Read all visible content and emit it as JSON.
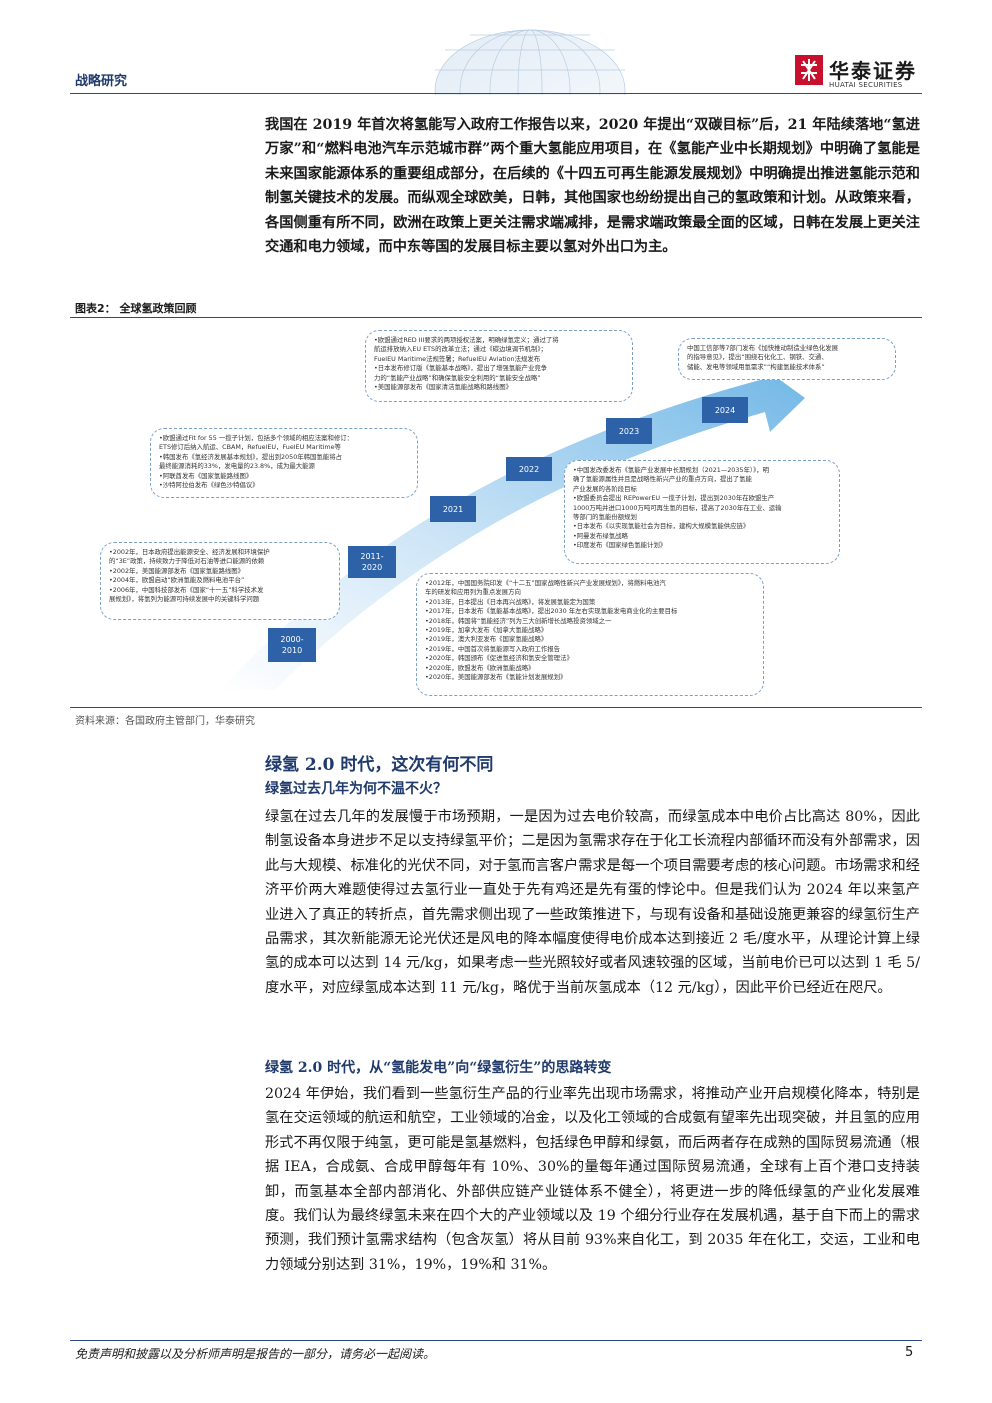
{
  "header": {
    "tag": "战略研究",
    "logo_cn": "华泰证券",
    "logo_en": "HUATAI SECURITIES"
  },
  "intro": "我国在 2019 年首次将氢能写入政府工作报告以来，2020 年提出“双碳目标”后，21 年陆续落地“氢进万家”和“燃料电池汽车示范城市群”两个重大氢能应用项目，在《氢能产业中长期规划》中明确了氢能是未来国家能源体系的重要组成部分，在后续的《十四五可再生能源发展规划》中明确提出推进氢能示范和制氢关键技术的发展。而纵观全球欧美，日韩，其他国家也纷纷提出自己的氢政策和计划。从政策来看，各国侧重有所不同，欧洲在政策上更关注需求端减排，是需求端政策最全面的区域，日韩在发展上更关注交通和电力领域，而中东等国的发展目标主要以氢对外出口为主。",
  "figure": {
    "title": "图表2：  全球氢政策回顾",
    "source": "资料来源：各国政府主管部门，华泰研究",
    "nodes": [
      {
        "label1": "2000-",
        "label2": "2010"
      },
      {
        "label1": "2011-",
        "label2": "2020"
      },
      {
        "label1": "2021",
        "label2": ""
      },
      {
        "label1": "2022",
        "label2": ""
      },
      {
        "label1": "2023",
        "label2": ""
      },
      {
        "label1": "2024",
        "label2": ""
      }
    ],
    "notes": {
      "n2000": [
        "•2002年，日本政府提出能源安全、经济发展和环境保护",
        "  的“3E”政策，持续致力于降低对石油等进口能源的依赖",
        "•2002年，美国能源部发布《国家氢能路线图》",
        "•2004年，欧盟启动“欧洲氢能及燃料电池平台”",
        "•2006年，中国科技部发布《国家“十一五”科学技术发",
        "  展规划》，将氢列为能源可持续发展中的关键科学问题"
      ],
      "n2021": [
        "•欧盟通过Fit for 55 一揽子计划，包括多个领域的相应法案和修订：",
        "  ETS修订后纳入航运、CBAM，RefuelEU，FuelEU Maritime等",
        "•韩国发布《氢经济发展基本规划》，提出到2050年韩国氢能将占",
        "  最终能源消耗的33%，发电量的23.8%，成为最大能源",
        "•阿联酋发布《国家氢能路线图》",
        "•沙特阿拉伯发布《绿色沙特倡议》"
      ],
      "n2023": [
        "•欧盟通过RED III要求的两项授权法案，明确绿氢定义；通过了将",
        "  航运排放纳入EU ETS的改革立法；通过《碳边境调节机制》；",
        "  FuelEU Maritime法规签署；RefuelEU Aviation法规发布",
        "•日本发布修订版《氢能基本战略》，提出了增强氢能产业竞争",
        "  力的“氢能产业战略”和确保氢能安全利用的“氢能安全战略”",
        "•美国能源部发布《国家清洁氢能战略和路线图》"
      ],
      "n2024": [
        "中国工信部等7部门发布《加快推动制造业绿色化发展",
        "的指导意见》，提出“围绕石化化工、钢铁、交通、",
        "储能、发电等领域用氢需求”“构建氢能技术体系”"
      ],
      "n2022": [
        "•中国发改委发布《氢能产业发展中长期规划（2021—2035年）》，明",
        "  确了氢能源属性并且是战略性新兴产业的重点方向，提出了氢能",
        "  产业发展的各阶段目标",
        "•欧盟委员会提出 REPowerEU 一揽子计划，提出到2030年在欧盟生产",
        "  1000万吨并进口1000万吨可再生氢的目标，提高了2030年在工业、运输",
        "  等部门的氢能份额规划",
        "•日本发布《以实现氢能社会为目标，建构大规模氢能供应链》",
        "•阿曼发布绿氢战略",
        "•印度发布《国家绿色氢能计划》"
      ],
      "n2011": [
        "•2012年，中国国务院印发《“十二五”国家战略性新兴产业发展规划》，将燃料电池汽",
        "  车的研发和应用列为重点发展方向",
        "•2013年，日本提出《日本再兴战略》，将发展氢能定为国策",
        "•2017年，日本发布《氢能基本战略》，提出2030 年左右实现氢能发电商业化的主要目标",
        "•2018年，韩国将“氢能经济”列为三大创新增长战略投资领域之一",
        "•2019年，加拿大发布《加拿大氢能战略》",
        "•2019年，澳大利亚发布《国家氢能战略》",
        "•2019年，中国首次将氢能源写入政府工作报告",
        "•2020年，韩国颁布《促进氢经济和氢安全管理法》",
        "•2020年，欧盟发布《欧洲氢能战略》",
        "•2020年，美国能源部发布《氢能计划发展规划》"
      ]
    }
  },
  "section": {
    "title": "绿氢 2.0 时代，这次有何不同",
    "sub1": "绿氢过去几年为何不温不火？",
    "para1": "绿氢在过去几年的发展慢于市场预期，一是因为过去电价较高，而绿氢成本中电价占比高达 80%，因此制氢设备本身进步不足以支持绿氢平价；二是因为氢需求存在于化工长流程内部循环而没有外部需求，因此与大规模、标准化的光伏不同，对于氢而言客户需求是每一个项目需要考虑的核心问题。市场需求和经济平价两大难题使得过去氢行业一直处于先有鸡还是先有蛋的悖论中。但是我们认为 2024 年以来氢产业进入了真正的转折点，首先需求侧出现了一些政策推进下，与现有设备和基础设施更兼容的绿氢衍生产品需求，其次新能源无论光伏还是风电的降本幅度使得电价成本达到接近 2 毛/度水平，从理论计算上绿氢的成本可以达到  14  元/kg，如果考虑一些光照较好或者风速较强的区域，当前电价已可以达到 1 毛 5/度水平，对应绿氢成本达到 11 元/kg，略优于当前灰氢成本（12 元/kg），因此平价已经近在咫尺。",
    "sub2": "绿氢 2.0 时代，从“氢能发电”向“绿氢衍生”的思路转变",
    "para2": "2024 年伊始，我们看到一些氢衍生产品的行业率先出现市场需求，将推动产业开启规模化降本，特别是氢在交运领域的航运和航空，工业领域的冶金，以及化工领域的合成氨有望率先出现突破，并且氢的应用形式不再仅限于纯氢，更可能是氢基燃料，包括绿色甲醇和绿氨，而后两者存在成熟的国际贸易流通（根据 IEA，合成氨、合成甲醇每年有 10%、30%的量每年通过国际贸易流通，全球有上百个港口支持装卸，而氢基本全部内部消化、外部供应链产业链体系不健全），将更进一步的降低绿氢的产业化发展难度。我们认为最终绿氢未来在四个大的产业领域以及 19 个细分行业存在发展机遇，基于自下而上的需求预测，我们预计氢需求结构（包含灰氢）将从目前 93%来自化工，到 2035 年在化工，交运，工业和电力领域分别达到 31%，19%，19%和 31%。"
  },
  "footer": {
    "text": "免责声明和披露以及分析师声明是报告的一部分，请务必一起阅读。",
    "page": "5"
  }
}
